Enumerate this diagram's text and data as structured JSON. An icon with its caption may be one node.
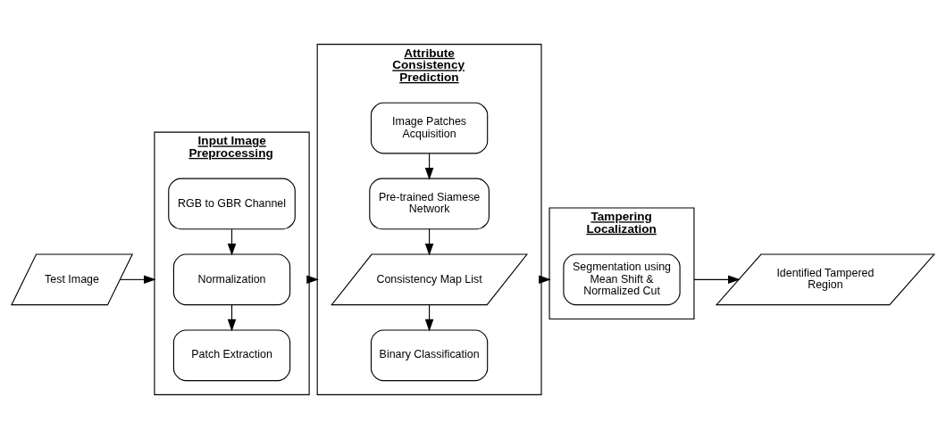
{
  "diagram": {
    "nodes": [
      {
        "text": [
          "Test Image"
        ]
      },
      {
        "text": [
          "Input Image Preprocessing"
        ]
      },
      {
        "text": [
          "RGB to GBR Channel"
        ],
        "in": 1
      },
      {
        "text": [
          "Normalization"
        ],
        "in": 1
      },
      {
        "text": [
          "Patch Extraction"
        ],
        "in": 1
      },
      {
        "text": [
          "Attribute Consistency Prediction"
        ]
      },
      {
        "text": [
          "Image Patches Acquisition"
        ],
        "in": 5
      },
      {
        "text": [
          "Pre-trained Siamese Network"
        ],
        "in": 5
      },
      {
        "text": [
          "Consistency Map List"
        ],
        "in": 5
      },
      {
        "text": [
          "Binary Classification"
        ],
        "in": 5
      },
      {
        "text": [
          "Tampering Localization"
        ]
      },
      {
        "text": [
          "Segmentation using Mean Shift & Normalized Cut"
        ],
        "in": 10
      },
      {
        "text": [
          "Identified Tampered Region"
        ]
      }
    ],
    "edges": [
      {
        "from": 0,
        "to": 1,
        "arrow": "to"
      },
      {
        "from": 2,
        "to": 3,
        "arrow": "to"
      },
      {
        "from": 3,
        "to": 4,
        "arrow": "to"
      },
      {
        "from": 1,
        "to": 5,
        "arrow": "to"
      },
      {
        "from": 6,
        "to": 7,
        "arrow": "to"
      },
      {
        "from": 7,
        "to": 8,
        "arrow": "to"
      },
      {
        "from": 8,
        "to": 9,
        "arrow": "to"
      },
      {
        "from": 5,
        "to": 10,
        "arrow": "to"
      },
      {
        "from": 10,
        "to": 12,
        "arrow": "to"
      }
    ]
  }
}
